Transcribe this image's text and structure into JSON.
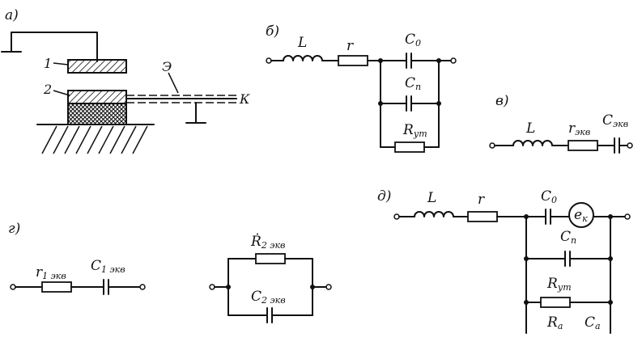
{
  "panel_a": {
    "label": "а)",
    "part_1": "1",
    "part_2": "2",
    "screen": "Э",
    "cable": "К"
  },
  "panel_b": {
    "label": "б)",
    "L": "L",
    "r": "r",
    "C0_main": "C",
    "C0_sub": "0",
    "Cp_main": "C",
    "Cp_sub": "п",
    "Rut_main": "R",
    "Rut_sub": "ут"
  },
  "panel_v": {
    "label": "в)",
    "L": "L",
    "r_main": "r",
    "r_sub": "экв",
    "C_main": "C",
    "C_sub": "экв"
  },
  "panel_g": {
    "label": "г)",
    "r1_main": "r",
    "r1_sub": "1 экв",
    "C1_main": "C",
    "C1_sub": "1 экв",
    "R2_main": "Ṙ",
    "R2_sub": "2 экв",
    "C2_main": "C",
    "C2_sub": "2 экв"
  },
  "panel_d": {
    "label": "д)",
    "L": "L",
    "r": "r",
    "C0_main": "C",
    "C0_sub": "0",
    "ek_main": "e",
    "ek_sub": "к",
    "Cp_main": "C",
    "Cp_sub": "п",
    "Rut_main": "R",
    "Rut_sub": "ут",
    "Ra_main": "R",
    "Ra_sub": "a",
    "Ca_main": "C",
    "Ca_sub": "a"
  }
}
